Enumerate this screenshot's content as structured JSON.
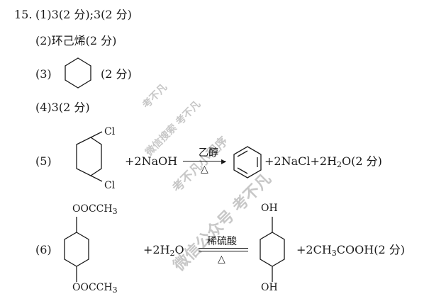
{
  "q15": {
    "num": "15.",
    "p1": "(1)3(2 分);3(2 分)",
    "p2": "(2)环己烯(2 分)",
    "p3_label": "(3)",
    "p3_score": "(2 分)",
    "p4": "(4)3(2 分)",
    "p5_label": "(5)",
    "p5_cl_top": "Cl",
    "p5_cl_bottom": "Cl",
    "p5_reagent": "+2NaOH",
    "p5_cond_top": "乙醇",
    "p5_cond_bottom": "△",
    "p5_products": "+2NaCl+2H",
    "p5_h2o_sub": "2",
    "p5_tail": "O(2 分)",
    "p6_label": "(6)",
    "p6_sub_top": "OOCCH",
    "p6_sub_top_3": "3",
    "p6_sub_bottom": "OOCCH",
    "p6_sub_bottom_3": "3",
    "p6_reagent": "+2H",
    "p6_reagent_sub": "2",
    "p6_reagent_tail": "O",
    "p6_cond_top": "稀硫酸",
    "p6_cond_bottom": "△",
    "p6_oh_top": "OH",
    "p6_oh_bottom": "OH",
    "p6_products": "+2CH",
    "p6_prod_sub": "3",
    "p6_prod_tail": "COOH(2 分)"
  },
  "watermarks": {
    "w1": "考不凡",
    "w2": "微信搜索 考不凡",
    "w3": "考不凡小程序",
    "w4": "微信公众号 考不凡"
  }
}
